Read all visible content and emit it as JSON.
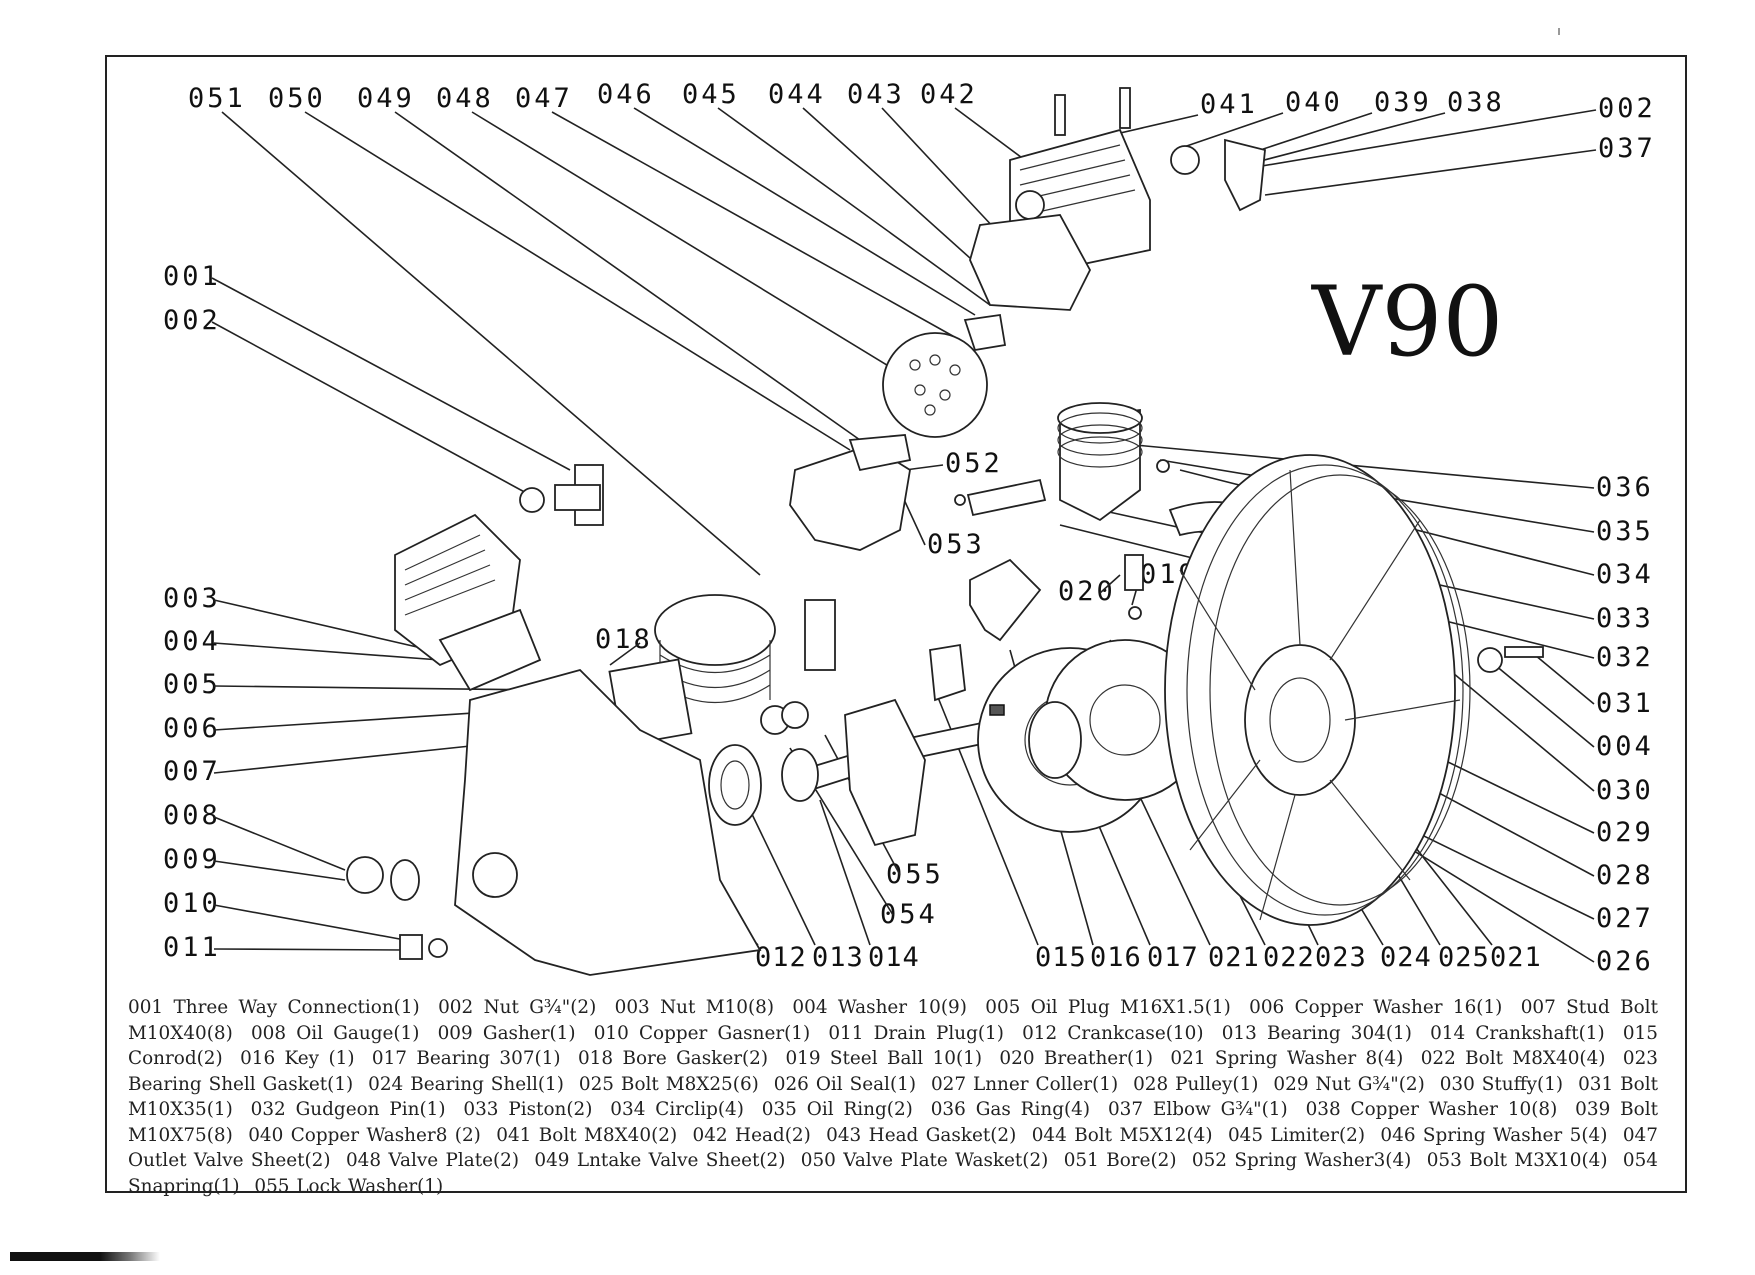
{
  "model_title": "V90",
  "callouts": {
    "top": [
      "051",
      "050",
      "049",
      "048",
      "047",
      "046",
      "045",
      "044",
      "043",
      "042",
      "041",
      "040",
      "039",
      "038",
      "002",
      "037"
    ],
    "left": [
      "001",
      "002",
      "003",
      "004",
      "005",
      "006",
      "007",
      "008",
      "009",
      "010",
      "011"
    ],
    "right": [
      "036",
      "035",
      "034",
      "033",
      "032",
      "031",
      "004",
      "030",
      "029",
      "028",
      "027",
      "026"
    ],
    "mid": [
      "052",
      "053",
      "018",
      "020",
      "019",
      "055",
      "054"
    ],
    "bottom": [
      "012",
      "013",
      "014",
      "015",
      "016",
      "017",
      "021",
      "022",
      "023",
      "024",
      "025",
      "021"
    ]
  },
  "legend_items": [
    "001 Three Way Connection(1)",
    "002 Nut G¾\"(2)",
    "003 Nut M10(8)",
    "004 Washer 10(9)",
    "005 Oil Plug M16X1.5(1)",
    "006 Copper Washer 16(1)",
    "007 Stud Bolt M10X40(8)",
    "008 Oil Gauge(1)",
    "009 Gasher(1)",
    "010 Copper Gasner(1)",
    "011 Drain Plug(1)",
    "012 Crankcase(10)",
    "013 Bearing 304(1)",
    "014 Crankshaft(1)",
    "015 Conrod(2)",
    "016 Key (1)",
    "017 Bearing 307(1)",
    "018 Bore Gasker(2)",
    "019 Steel Ball 10(1)",
    "020 Breather(1)",
    "021 Spring Washer 8(4)",
    "022 Bolt M8X40(4)",
    "023 Bearing Shell Gasket(1)",
    "024 Bearing Shell(1)",
    "025 Bolt M8X25(6)",
    "026 Oil Seal(1)",
    "027 Lnner Coller(1)",
    "028 Pulley(1)",
    "029 Nut G¾\"(2)",
    "030 Stuffy(1)",
    "031 Bolt M10X35(1)",
    "032 Gudgeon Pin(1)",
    "033 Piston(2)",
    "034 Circlip(4)",
    "035 Oil Ring(2)",
    "036 Gas Ring(4)",
    "037 Elbow G¾\"(1)",
    "038 Copper Washer 10(8)",
    "039 Bolt M10X75(8)",
    "040 Copper Washer8 (2)",
    "041 Bolt M8X40(2)",
    "042 Head(2)",
    "043 Head Gasket(2)",
    "044 Bolt M5X12(4)",
    "045 Limiter(2)",
    "046 Spring Washer 5(4)",
    "047 Outlet Valve Sheet(2)",
    "048 Valve Plate(2)",
    "049 Lntake Valve Sheet(2)",
    "050 Valve Plate Wasket(2)",
    "051 Bore(2)",
    "052 Spring Washer3(4)",
    "053 Bolt M3X10(4)",
    "054 Snapring(1)",
    "055 Lock Washer(1)"
  ]
}
